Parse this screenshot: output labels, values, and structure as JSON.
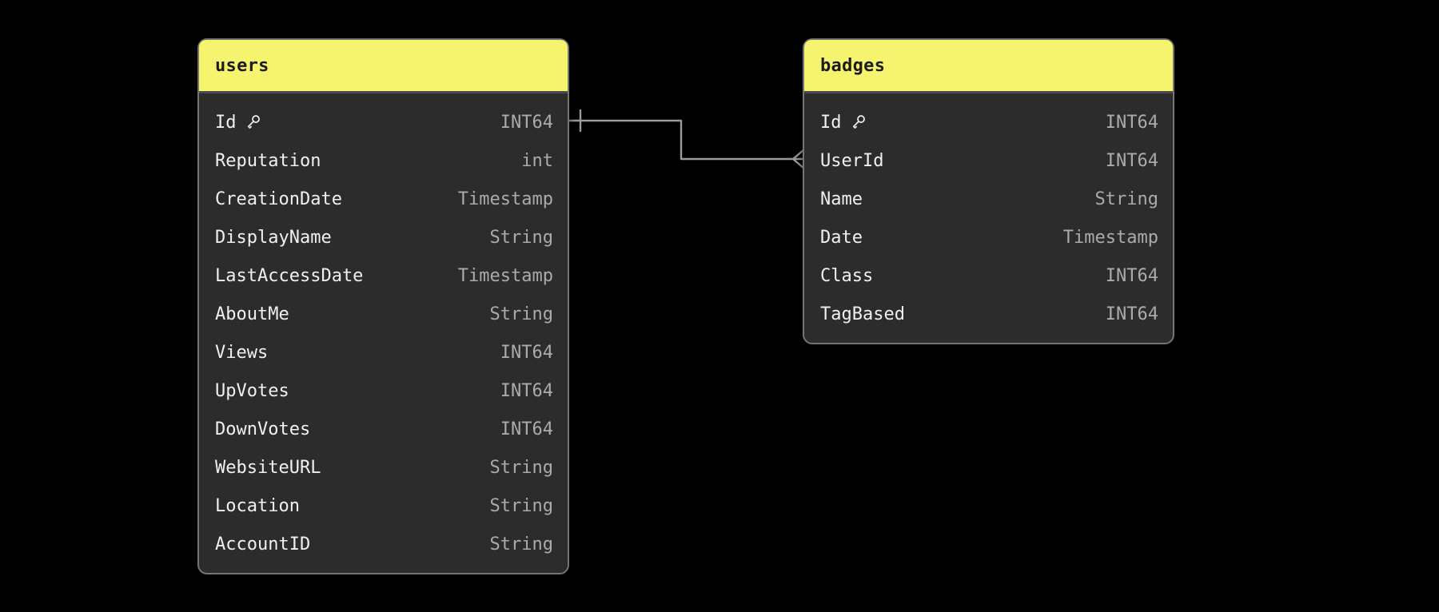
{
  "diagram": {
    "colors": {
      "canvas_bg": "#000000",
      "header_bg": "#f6f46e",
      "header_fg": "#1c1c1c",
      "body_bg": "#2c2c2c",
      "table_border": "#757575",
      "field_fg": "#f0f0f0",
      "type_fg": "#ababab",
      "line_color": "#9b9b9b"
    },
    "tables": [
      {
        "name": "users",
        "fields": [
          {
            "name": "Id",
            "type": "INT64",
            "pk": true
          },
          {
            "name": "Reputation",
            "type": "int",
            "pk": false
          },
          {
            "name": "CreationDate",
            "type": "Timestamp",
            "pk": false
          },
          {
            "name": "DisplayName",
            "type": "String",
            "pk": false
          },
          {
            "name": "LastAccessDate",
            "type": "Timestamp",
            "pk": false
          },
          {
            "name": "AboutMe",
            "type": "String",
            "pk": false
          },
          {
            "name": "Views",
            "type": "INT64",
            "pk": false
          },
          {
            "name": "UpVotes",
            "type": "INT64",
            "pk": false
          },
          {
            "name": "DownVotes",
            "type": "INT64",
            "pk": false
          },
          {
            "name": "WebsiteURL",
            "type": "String",
            "pk": false
          },
          {
            "name": "Location",
            "type": "String",
            "pk": false
          },
          {
            "name": "AccountID",
            "type": "String",
            "pk": false
          }
        ]
      },
      {
        "name": "badges",
        "fields": [
          {
            "name": "Id",
            "type": "INT64",
            "pk": true
          },
          {
            "name": "UserId",
            "type": "INT64",
            "pk": false
          },
          {
            "name": "Name",
            "type": "String",
            "pk": false
          },
          {
            "name": "Date",
            "type": "Timestamp",
            "pk": false
          },
          {
            "name": "Class",
            "type": "INT64",
            "pk": false
          },
          {
            "name": "TagBased",
            "type": "INT64",
            "pk": false
          }
        ]
      }
    ],
    "relationship": {
      "from_table": "users",
      "from_field": "Id",
      "from_cardinality": "one",
      "to_table": "badges",
      "to_field": "UserId",
      "to_cardinality": "many"
    }
  }
}
